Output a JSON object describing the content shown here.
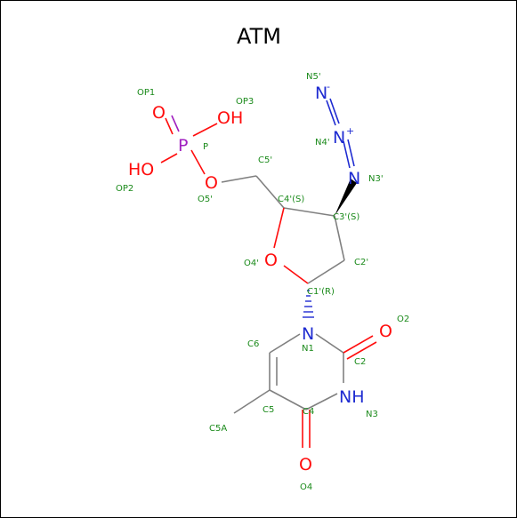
{
  "title": "ATM",
  "atoms": {
    "o_op1": "O",
    "oh_op3": "OH",
    "p": "P",
    "ho_op2": "HO",
    "o_o5": "O",
    "o_o4": "O",
    "n_n3p": "N",
    "n_n4p": "N",
    "n_n5p": "N",
    "charge_plus": "+",
    "charge_minus": "-",
    "n_n1": "N",
    "nh_n3": "NH",
    "o_o2": "O",
    "o_o4b": "O"
  },
  "labels": {
    "op1": "OP1",
    "op3": "OP3",
    "p": "P",
    "op2": "OP2",
    "o5p": "O5'",
    "c5p": "C5'",
    "c4p": "C4'(S)",
    "c3p": "C3'(S)",
    "c2p": "C2'",
    "o4p": "O4'",
    "c1p": "C1'(R)",
    "n3p": "N3'",
    "n4p": "N4'",
    "n5p": "N5'",
    "n1": "N1",
    "c2": "C2",
    "o2": "O2",
    "n3": "N3",
    "c4": "C4",
    "o4": "O4",
    "c5": "C5",
    "c5a": "C5A",
    "c6": "C6"
  },
  "colors": {
    "oxygen": "#ff0d0d",
    "nitrogen": "#1e2bd1",
    "phosphorus": "#a020c0",
    "label": "#1a8a1a",
    "bond": "#808080"
  }
}
